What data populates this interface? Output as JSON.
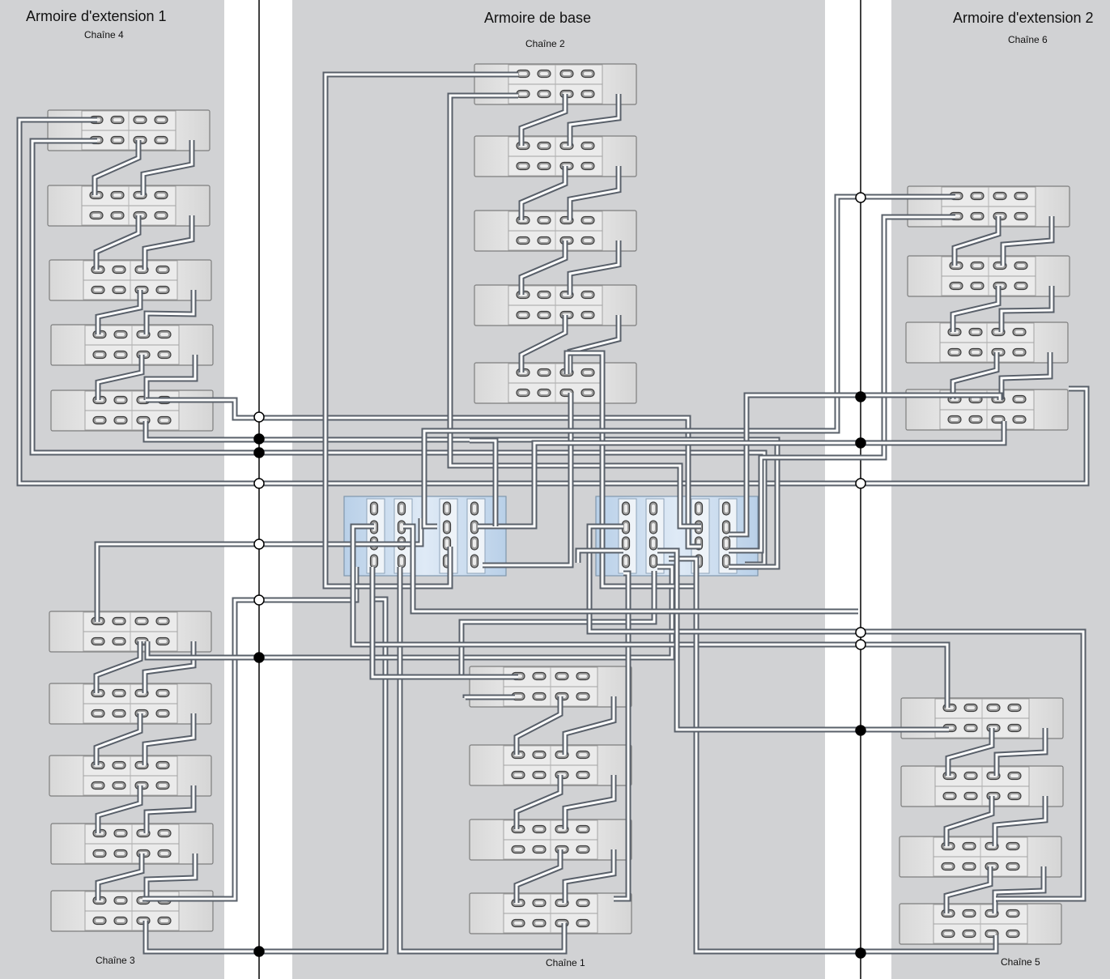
{
  "cabinets": {
    "left": {
      "title": "Armoire d'extension 1",
      "chain_top": "Chaîne 4",
      "chain_bottom": "Chaîne 3"
    },
    "center": {
      "title": "Armoire de base",
      "chain_top": "Chaîne 2",
      "chain_bottom": "Chaîne 1"
    },
    "right": {
      "title": "Armoire d'extension 2",
      "chain_top": "Chaîne 6",
      "chain_bottom": "Chaîne 5"
    }
  },
  "colors": {
    "cabinet_fill": "#d1d2d4",
    "cable": "#59606a",
    "cable_edge": "#ffffff",
    "shelf_fill": "#e6e6e6",
    "controller_fill": "#c5d9ee",
    "junction": "#000000"
  }
}
